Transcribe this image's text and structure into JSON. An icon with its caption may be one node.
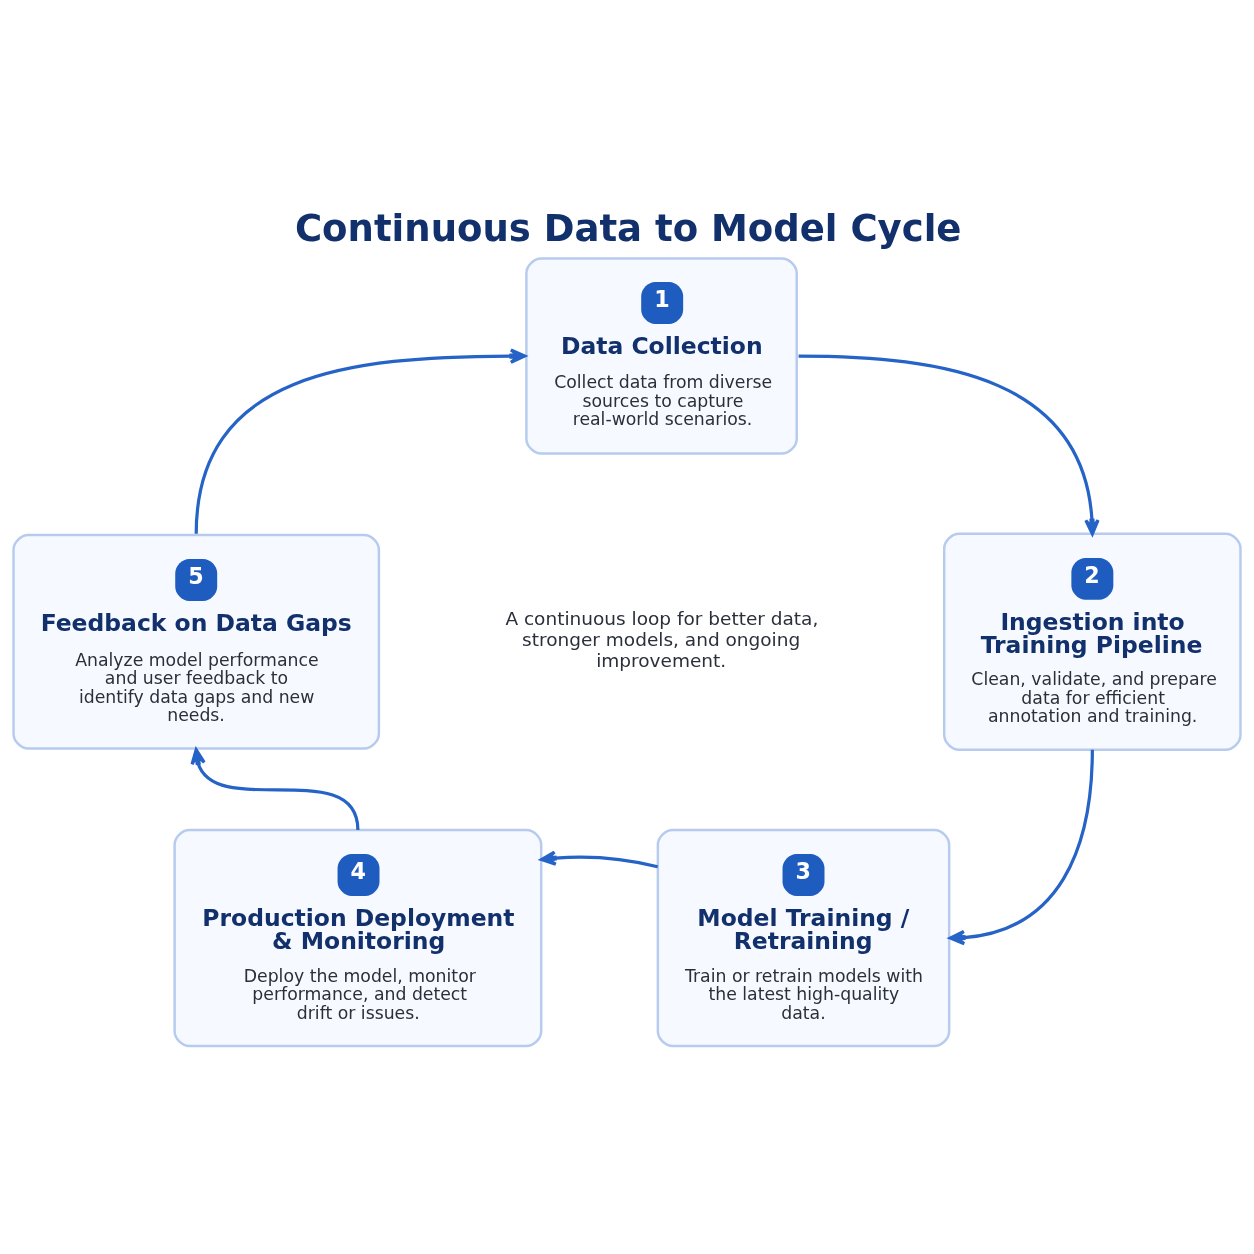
{
  "diagram": {
    "title": "Continuous Data to Model Cycle",
    "nodes": [
      {
        "text": [
          "1",
          "Data Collection",
          "Collect data from diverse sources to capture real-world scenarios."
        ]
      },
      {
        "text": [
          "2",
          "Ingestion into Training Pipeline",
          "Clean, validate, and prepare data for efficient annotation and training."
        ]
      },
      {
        "text": [
          "3",
          "Model Training / Retraining",
          "Train or retrain models with the latest high-quality data."
        ]
      },
      {
        "text": [
          "4",
          "Production Deployment & Monitoring",
          "Deploy the model, monitor performance, and detect drift or issues."
        ]
      },
      {
        "text": [
          "5",
          "Feedback on Data Gaps",
          "Analyze model performance and user feedback to identify data gaps and new needs."
        ]
      }
    ],
    "edges": [
      {
        "from": 0,
        "to": 1,
        "arrow": "to"
      },
      {
        "from": 1,
        "to": 2,
        "arrow": "to"
      },
      {
        "from": 2,
        "to": 3,
        "arrow": "to"
      },
      {
        "from": 3,
        "to": 4,
        "arrow": "to"
      },
      {
        "from": 4,
        "to": 0,
        "arrow": "to"
      }
    ],
    "labels": [
      "A continuous loop for better data, stronger models, and ongoing improvement."
    ]
  }
}
